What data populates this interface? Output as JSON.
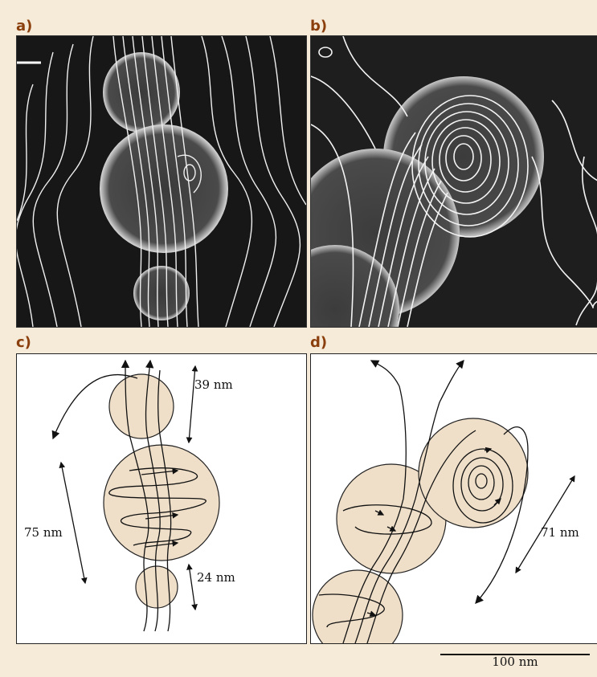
{
  "panels": {
    "a": {
      "label": "a)"
    },
    "b": {
      "label": "b)"
    },
    "c": {
      "label": "c)",
      "dim_top": "39 nm",
      "dim_left": "75 nm",
      "dim_bottom": "24 nm"
    },
    "d": {
      "label": "d)",
      "dim_right": "71 nm"
    }
  },
  "scale_bar": {
    "label": "100 nm"
  },
  "colors": {
    "label": "#8a3f0c",
    "bg": "#f6ead9",
    "sphere_fill": "#efdfc9"
  }
}
